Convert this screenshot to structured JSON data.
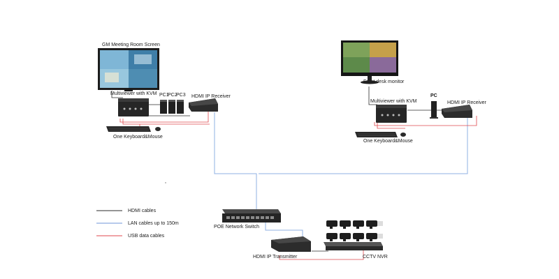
{
  "labels": {
    "gm_screen": "GM Meeting Room Screen",
    "multiviewer_left": "Multiviewer with KVM",
    "pc1": "PC1",
    "pc2": "PC2",
    "pc3": "PC3",
    "hdmi_receiver_left": "HDMI IP Receiver",
    "keyboard_left": "One Keyboard&Mouse",
    "front_desk": "Front desk monitor",
    "multiviewer_right": "Multiviewer with KVM",
    "pc_right": "PC",
    "hdmi_receiver_right": "HDMI IP Receiver",
    "keyboard_right": "One Keyboard&Mouse",
    "poe_switch": "POE Network Switch",
    "hdmi_transmitter": "HDMI IP Transmitter",
    "cctv_nvr": "CCTV NVR"
  },
  "legend": [
    {
      "label": "HDMI cables",
      "color": "#2b2b2b"
    },
    {
      "label": "LAN cables up to 150m",
      "color": "#6f96d8"
    },
    {
      "label": "USB data cables",
      "color": "#e0474c"
    }
  ],
  "colors": {
    "hdmi": "#2b2b2b",
    "lan": "#8fb0e3",
    "usb": "#e0474c",
    "device": "#2a2a2a"
  }
}
